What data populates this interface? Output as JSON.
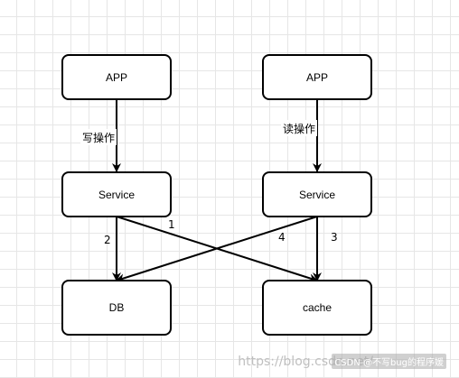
{
  "nodes": {
    "app_left": "APP",
    "app_right": "APP",
    "service_left": "Service",
    "service_right": "Service",
    "db": "DB",
    "cache": "cache"
  },
  "edges": {
    "write_op": "写操作",
    "read_op": "读操作",
    "step_1": "1",
    "step_2": "2",
    "step_3": "3",
    "step_4": "4"
  },
  "watermark": {
    "url": "https://blog.csdn.net/",
    "credit": "CSDN @不写bug的程序媛"
  }
}
